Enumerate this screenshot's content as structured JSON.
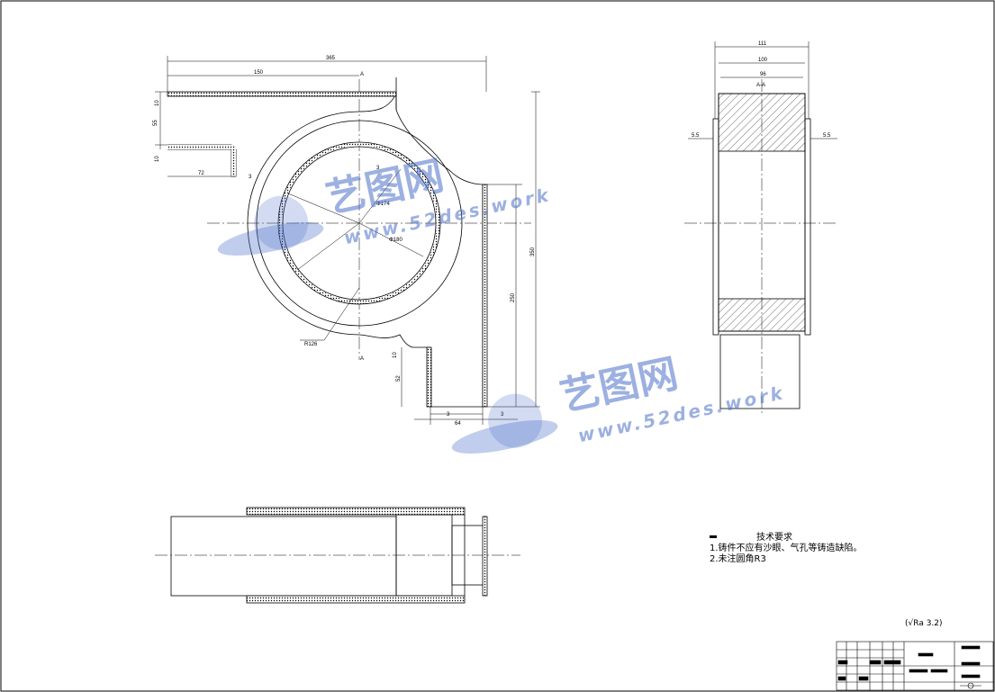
{
  "drawing": {
    "dimensions": {
      "overall_width": "365",
      "inlet_width": "150",
      "section_a_top": "A",
      "section_a_bottom": "A",
      "section_aa": "A-A",
      "left_h1": "10",
      "left_h2": "55",
      "left_h3": "10",
      "flange_len": "72",
      "thk_left": "3",
      "radius_outer": "R126",
      "dia_inner": "Φ180",
      "dia_mid": "Φ174",
      "thk_ring": "3",
      "total_height": "350",
      "right_height": "250",
      "outlet_h": "52",
      "outlet_hsmall": "10",
      "bottom_a": "3",
      "bottom_w": "64",
      "bottom_b": "3",
      "side_w1": "111",
      "side_w2": "100",
      "side_w3": "96",
      "side_left": "5.5",
      "side_right": "5.5"
    },
    "notes": {
      "title": "技术要求",
      "line1": "1.铸件不应有沙眼、气孔等铸造缺陷。",
      "line2": "2.未注圆角R3"
    },
    "roughness": "Ra 3.2",
    "watermark": {
      "brand": "艺图网",
      "url": "www.52des.work"
    }
  }
}
